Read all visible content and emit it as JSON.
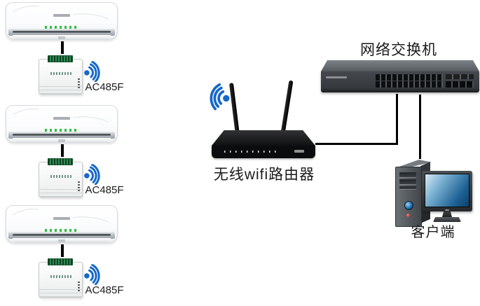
{
  "colors": {
    "wifi_blue": "#1668C8",
    "cable_black": "#000000",
    "label_text": "#1B1B1B",
    "background": "#FFFFFF"
  },
  "icons": {
    "wifi_signal": "dot with three radiating arcs, blue #1668C8"
  },
  "devices": {
    "ac_groups": [
      {
        "device": "air-conditioner",
        "module_label": "AC485F"
      },
      {
        "device": "air-conditioner",
        "module_label": "AC485F"
      },
      {
        "device": "air-conditioner",
        "module_label": "AC485F"
      }
    ],
    "router": {
      "label": "无线wifi路由器"
    },
    "network_switch": {
      "label": "网络交换机"
    },
    "client": {
      "label": "客户端"
    }
  },
  "connections": [
    {
      "from": "air-conditioner-1",
      "to": "ac485f-module-1",
      "type": "wired"
    },
    {
      "from": "air-conditioner-2",
      "to": "ac485f-module-2",
      "type": "wired"
    },
    {
      "from": "air-conditioner-3",
      "to": "ac485f-module-3",
      "type": "wired"
    },
    {
      "from": "ac485f-modules",
      "to": "router",
      "type": "wireless"
    },
    {
      "from": "router",
      "to": "network-switch",
      "type": "wired"
    },
    {
      "from": "network-switch",
      "to": "client",
      "type": "wired"
    }
  ]
}
